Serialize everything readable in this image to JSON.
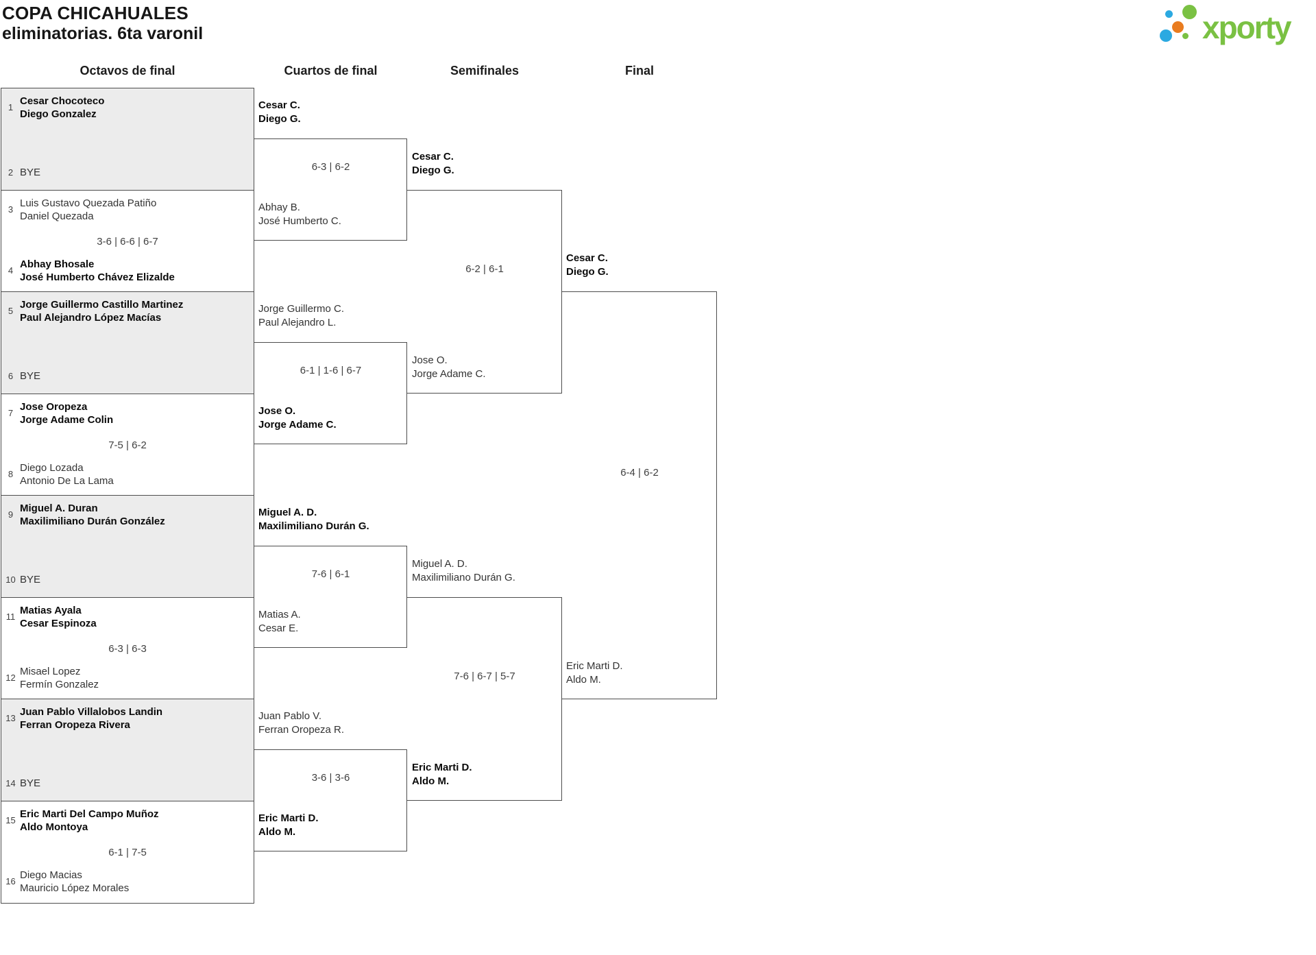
{
  "title": {
    "line1": "COPA CHICAHUALES",
    "line2": "eliminatorias. 6ta varonil"
  },
  "logo": {
    "text": "xporty",
    "colors": {
      "green": "#7AC143",
      "blue": "#2BA9E1",
      "orange": "#E97C1F"
    }
  },
  "round_headers": [
    {
      "label": "Octavos de final"
    },
    {
      "label": "Cuartos de final"
    },
    {
      "label": "Semifinales"
    },
    {
      "label": "Final"
    }
  ],
  "octavos": [
    {
      "bye": true,
      "top": {
        "seed": "1",
        "lines": [
          "Cesar Chocoteco",
          "Diego Gonzalez"
        ],
        "winner": true
      },
      "bottom": {
        "seed": "2",
        "lines": [
          "BYE"
        ],
        "winner": false
      },
      "score": ""
    },
    {
      "bye": false,
      "top": {
        "seed": "3",
        "lines": [
          "Luis Gustavo Quezada Patiño",
          "Daniel Quezada"
        ],
        "winner": false
      },
      "bottom": {
        "seed": "4",
        "lines": [
          "Abhay Bhosale",
          "José Humberto Chávez Elizalde"
        ],
        "winner": true
      },
      "score": "3-6 | 6-6 | 6-7"
    },
    {
      "bye": true,
      "top": {
        "seed": "5",
        "lines": [
          "Jorge Guillermo Castillo Martinez",
          "Paul Alejandro López Macías"
        ],
        "winner": true
      },
      "bottom": {
        "seed": "6",
        "lines": [
          "BYE"
        ],
        "winner": false
      },
      "score": ""
    },
    {
      "bye": false,
      "top": {
        "seed": "7",
        "lines": [
          "Jose Oropeza",
          "Jorge Adame Colin"
        ],
        "winner": true
      },
      "bottom": {
        "seed": "8",
        "lines": [
          "Diego Lozada",
          "Antonio De La Lama"
        ],
        "winner": false
      },
      "score": "7-5 | 6-2"
    },
    {
      "bye": true,
      "top": {
        "seed": "9",
        "lines": [
          "Miguel A. Duran",
          "Maxilimiliano Durán González"
        ],
        "winner": true
      },
      "bottom": {
        "seed": "10",
        "lines": [
          "BYE"
        ],
        "winner": false
      },
      "score": ""
    },
    {
      "bye": false,
      "top": {
        "seed": "11",
        "lines": [
          "Matias Ayala",
          "Cesar Espinoza"
        ],
        "winner": true
      },
      "bottom": {
        "seed": "12",
        "lines": [
          "Misael Lopez",
          "Fermín Gonzalez"
        ],
        "winner": false
      },
      "score": "6-3 | 6-3"
    },
    {
      "bye": true,
      "top": {
        "seed": "13",
        "lines": [
          "Juan Pablo Villalobos Landin",
          "Ferran Oropeza Rivera"
        ],
        "winner": true
      },
      "bottom": {
        "seed": "14",
        "lines": [
          "BYE"
        ],
        "winner": false
      },
      "score": ""
    },
    {
      "bye": false,
      "top": {
        "seed": "15",
        "lines": [
          "Eric Marti Del Campo Muñoz",
          "Aldo Montoya"
        ],
        "winner": true
      },
      "bottom": {
        "seed": "16",
        "lines": [
          "Diego Macias",
          "Mauricio López Morales"
        ],
        "winner": false
      },
      "score": "6-1 | 7-5"
    }
  ],
  "cuartos": [
    {
      "p1": {
        "lines": [
          "Cesar C.",
          "Diego G."
        ],
        "winner": true
      },
      "p2": {
        "lines": [
          "Abhay B.",
          "José Humberto C."
        ],
        "winner": false
      },
      "score": "6-3 | 6-2"
    },
    {
      "p1": {
        "lines": [
          "Jorge Guillermo C.",
          "Paul Alejandro L."
        ],
        "winner": false
      },
      "p2": {
        "lines": [
          "Jose O.",
          "Jorge Adame C."
        ],
        "winner": true
      },
      "score": "6-1 | 1-6 | 6-7"
    },
    {
      "p1": {
        "lines": [
          "Miguel A. D.",
          "Maxilimiliano Durán G."
        ],
        "winner": true
      },
      "p2": {
        "lines": [
          "Matias A.",
          "Cesar E."
        ],
        "winner": false
      },
      "score": "7-6 | 6-1"
    },
    {
      "p1": {
        "lines": [
          "Juan Pablo V.",
          "Ferran Oropeza R."
        ],
        "winner": false
      },
      "p2": {
        "lines": [
          "Eric Marti D.",
          "Aldo M."
        ],
        "winner": true
      },
      "score": "3-6 | 3-6"
    }
  ],
  "semifinales": [
    {
      "p1": {
        "lines": [
          "Cesar C.",
          "Diego G."
        ],
        "winner": true
      },
      "p2": {
        "lines": [
          "Jose O.",
          "Jorge Adame C."
        ],
        "winner": false
      },
      "score": "6-2 | 6-1"
    },
    {
      "p1": {
        "lines": [
          "Miguel A. D.",
          "Maxilimiliano Durán G."
        ],
        "winner": false
      },
      "p2": {
        "lines": [
          "Eric Marti D.",
          "Aldo M."
        ],
        "winner": true
      },
      "score": "7-6 | 6-7 | 5-7"
    }
  ],
  "final": {
    "p1": {
      "lines": [
        "Cesar C.",
        "Diego G."
      ],
      "winner": true
    },
    "p2": {
      "lines": [
        "Eric Marti D.",
        "Aldo M."
      ],
      "winner": false
    },
    "score": "6-4 | 6-2"
  }
}
